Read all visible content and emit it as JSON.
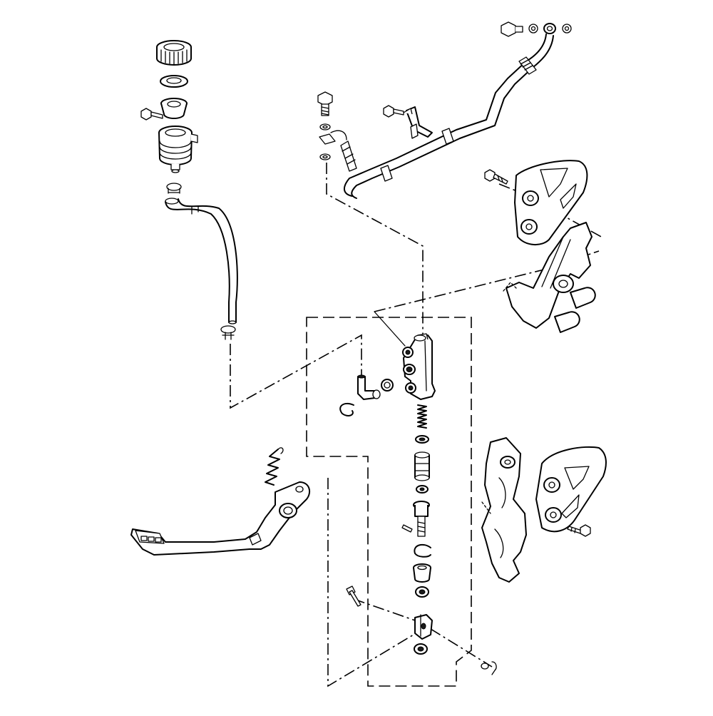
{
  "diagram": {
    "type": "exploded-parts-view",
    "components": [
      {
        "name": "reservoir-cap",
        "role": "part"
      },
      {
        "name": "diaphragm-plate",
        "role": "part"
      },
      {
        "name": "diaphragm",
        "role": "part"
      },
      {
        "name": "reservoir-tank",
        "role": "part"
      },
      {
        "name": "reservoir-bolt",
        "role": "fastener"
      },
      {
        "name": "hose-clamp",
        "role": "part"
      },
      {
        "name": "reservoir-hose",
        "role": "part"
      },
      {
        "name": "brake-hose",
        "role": "part"
      },
      {
        "name": "banjo-bolt",
        "role": "fastener"
      },
      {
        "name": "sealing-washer",
        "role": "part"
      },
      {
        "name": "hose-guide",
        "role": "part"
      },
      {
        "name": "heel-guard",
        "role": "part"
      },
      {
        "name": "footpeg-bracket",
        "role": "part"
      },
      {
        "name": "master-cylinder-body",
        "role": "part"
      },
      {
        "name": "hose-joint",
        "role": "part"
      },
      {
        "name": "circlip",
        "role": "part"
      },
      {
        "name": "o-ring",
        "role": "part"
      },
      {
        "name": "spring",
        "role": "part"
      },
      {
        "name": "piston",
        "role": "part"
      },
      {
        "name": "push-rod",
        "role": "part"
      },
      {
        "name": "boot",
        "role": "part"
      },
      {
        "name": "clevis",
        "role": "part"
      },
      {
        "name": "clevis-pin",
        "role": "fastener"
      },
      {
        "name": "cotter-pin",
        "role": "fastener"
      },
      {
        "name": "brake-pedal",
        "role": "part"
      },
      {
        "name": "return-spring",
        "role": "part"
      }
    ]
  }
}
